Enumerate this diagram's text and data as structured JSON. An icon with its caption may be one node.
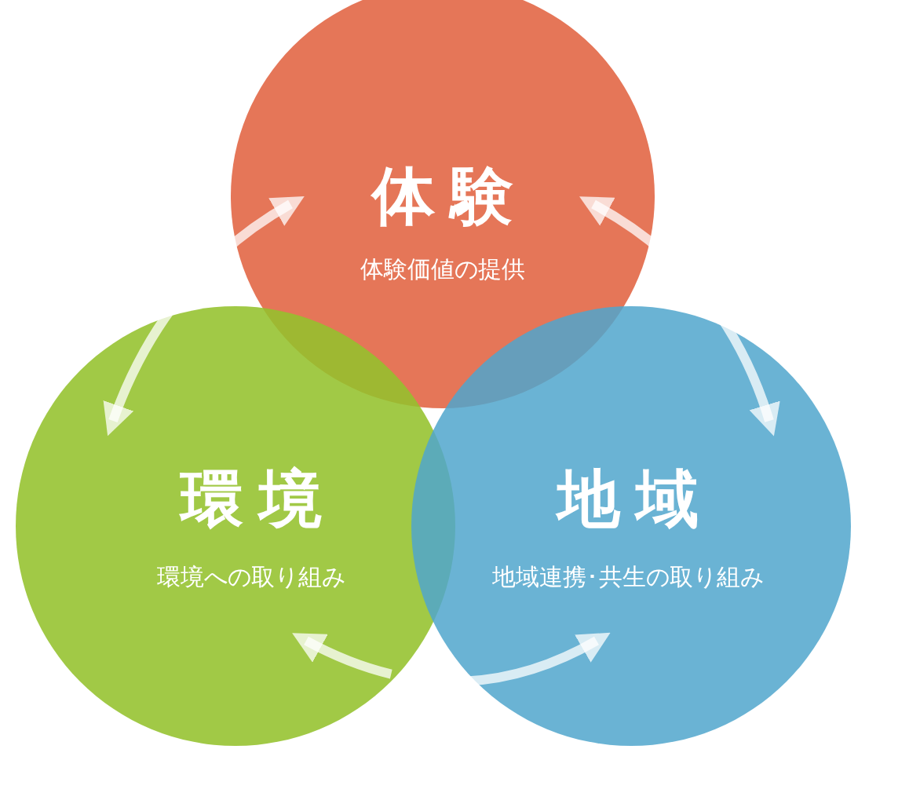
{
  "diagram": {
    "nodes": [
      {
        "text": [
          "体験",
          "体験価値の提供"
        ]
      },
      {
        "text": [
          "環境",
          "環境への取り組み"
        ]
      },
      {
        "text": [
          "地域",
          "地域連携･共生の取り組み"
        ]
      }
    ],
    "edges": [
      {
        "from": 0,
        "to": 1,
        "arrow": "both"
      },
      {
        "from": 0,
        "to": 2,
        "arrow": "both"
      },
      {
        "from": 1,
        "to": 2,
        "arrow": "both"
      }
    ]
  }
}
